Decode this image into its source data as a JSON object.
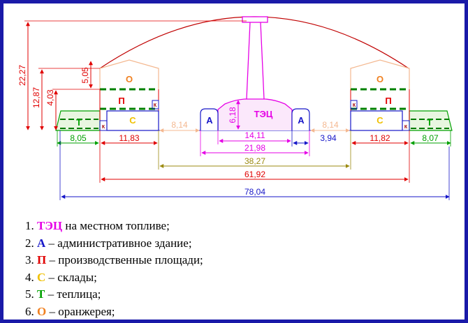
{
  "colors": {
    "border": "#1a1aa8",
    "red": "#e00000",
    "magenta": "#e600e6",
    "blue": "#1616c8",
    "olive": "#9b8a10",
    "green": "#00a000",
    "dark_green": "#007a00",
    "orange": "#f08020",
    "peach": "#f4b890",
    "dark_red": "#a00000"
  },
  "dimensions": {
    "total_height": "22,27",
    "left_height_a": "12,87",
    "left_height_b": "4,03",
    "orangery_height": "5,05",
    "tec_height": "6,18",
    "left_greenhouse_w": "8,05",
    "left_warehouse_w": "11,83",
    "left_gap": "8,14",
    "tec_inner_w": "14,11",
    "right_gap": "8,14",
    "tec_outer_w": "21,98",
    "admin_w": "3,94",
    "right_warehouse_w": "11,82",
    "right_greenhouse_w": "8,07",
    "span_3827": "38,27",
    "span_6192": "61,92",
    "span_7804": "78,04"
  },
  "labels": {
    "tec": "ТЭЦ",
    "admin_left": "А",
    "admin_right": "А",
    "warehouse_left": "С",
    "warehouse_right": "С",
    "production_left": "П",
    "production_right": "П",
    "orangery_left": "О",
    "orangery_right": "О",
    "greenhouse_left": "Т",
    "greenhouse_right": "Т",
    "k1": "К",
    "k2": "К",
    "k3": "К",
    "k4": "К"
  },
  "legend": [
    {
      "num": "1.",
      "key": "ТЭЦ",
      "key_color": "#e600e6",
      "text": " на местном топливе;"
    },
    {
      "num": "2.",
      "key": "А",
      "key_color": "#1616c8",
      "text": " – административное здание;"
    },
    {
      "num": "3.",
      "key": "П",
      "key_color": "#e00000",
      "text": " – производственные площади;"
    },
    {
      "num": "4.",
      "key": "С",
      "key_color": "#f0c000",
      "text": " – склады;"
    },
    {
      "num": "5.",
      "key": "Т",
      "key_color": "#00a000",
      "text": " – теплица;"
    },
    {
      "num": "6.",
      "key": "О",
      "key_color": "#f08020",
      "text": " – оранжерея;"
    }
  ]
}
